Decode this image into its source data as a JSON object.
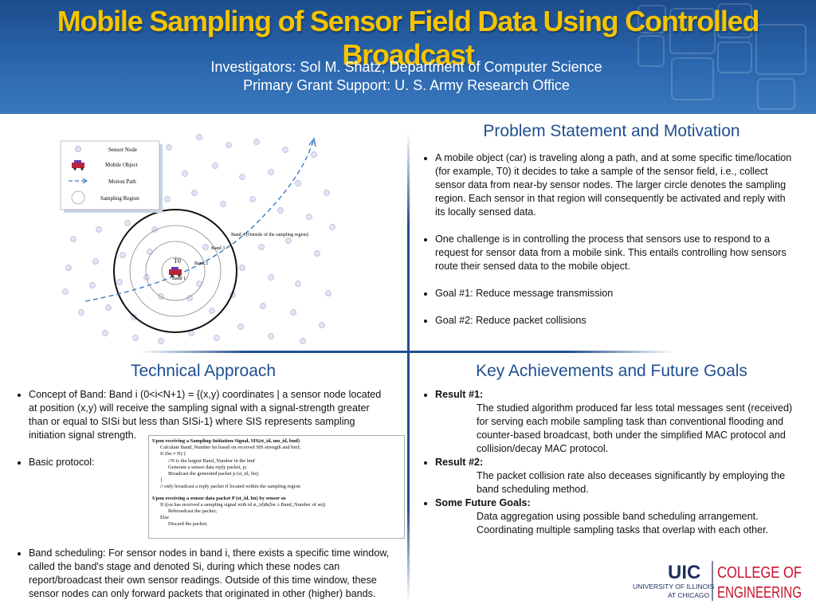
{
  "header": {
    "title": "Mobile Sampling of Sensor Field Data Using Controlled Broadcast",
    "investigators": "Investigators: Sol M. Shatz, Department of Computer Science",
    "grant": "Primary Grant Support: U. S. Army Research Office"
  },
  "diagram": {
    "legend": [
      "Sensor Node",
      "Mobile Object",
      "Motion Path",
      "Sampling Region"
    ],
    "labels": {
      "band4": "Band 4 (Outside of the sampling region)",
      "band3": "Band 3",
      "band2": "Band 2",
      "band1": "Band 1",
      "t0": "T0"
    }
  },
  "problem": {
    "title": "Problem Statement and Motivation",
    "bullets": [
      "A mobile object (car) is traveling along a path, and at some specific time/location (for example, T0) it decides to take a sample of the sensor field, i.e., collect sensor data from near-by sensor nodes. The larger circle denotes the sampling region. Each sensor in that region will consequently be activated and reply with its locally sensed data.",
      "One challenge is in controlling the process that sensors use to respond to a request for sensor data from a mobile sink. This entails controlling how sensors route their sensed data to the mobile object.",
      "Goal #1: Reduce message transmission",
      "Goal #2: Reduce packet collisions"
    ]
  },
  "technical": {
    "title": "Technical Approach",
    "bullets": [
      "Concept of Band: Band i (0<i<N+1) = {(x,y) coordinates | a sensor node located at position (x,y) will receive the sampling signal with a signal-strength greater than or equal to SISi but less than SISi-1} where SIS represents sampling initiation signal strength.",
      "Basic protocol:",
      "Band scheduling: For sensor nodes in band i, there exists a specific time window, called the band's stage and denoted Si, during which these nodes can report/broadcast their own sensor readings. Outside of this time window, these sensor nodes can only forward packets that originated in other (higher) bands."
    ],
    "algorithm": [
      "Upon receiving a Sampling-Initiation-Signal, SIS(st_id, mo_id, bmf)",
      "Calculate Band_Number bn based on received SIS strength and bmf;",
      "If (bn ≠ N) {",
      "//N is the largest Band_Number in the bmf",
      "Generate a sensor data reply packet, p;",
      "Broadcast the generated packet p (st_id, bn);",
      "}",
      "// only broadcast a reply packet if located within the sampling region",
      "",
      "Upon receiving a sensor data packet P (st_id, bn) by sensor sn",
      "If ((sn has received a sampling signal with id st_id)&(bn ≥ Band_Number of sn))",
      "Rebroadcast the packet;",
      "Else",
      "Discard the packet;"
    ]
  },
  "achievements": {
    "title": "Key Achievements and Future Goals",
    "items": [
      {
        "heading": "Result #1:",
        "text": "The studied algorithm produced far less total messages sent (received) for serving each mobile sampling task than conventional flooding and counter-based broadcast,  both under the simplified MAC protocol and collision/decay MAC protocol."
      },
      {
        "heading": "Result #2:",
        "text": "The packet collision rate also deceases significantly by employing the band scheduling method."
      },
      {
        "heading": "Some Future Goals:",
        "text": "Data aggregation using possible band scheduling arrangement. Coordinating multiple sampling tasks that overlap with each other."
      }
    ]
  },
  "logo": {
    "uic": "UIC",
    "university": "UNIVERSITY OF ILLINOIS",
    "campus": "AT CHICAGO",
    "college": "COLLEGE OF",
    "engineering": "ENGINEERING"
  }
}
